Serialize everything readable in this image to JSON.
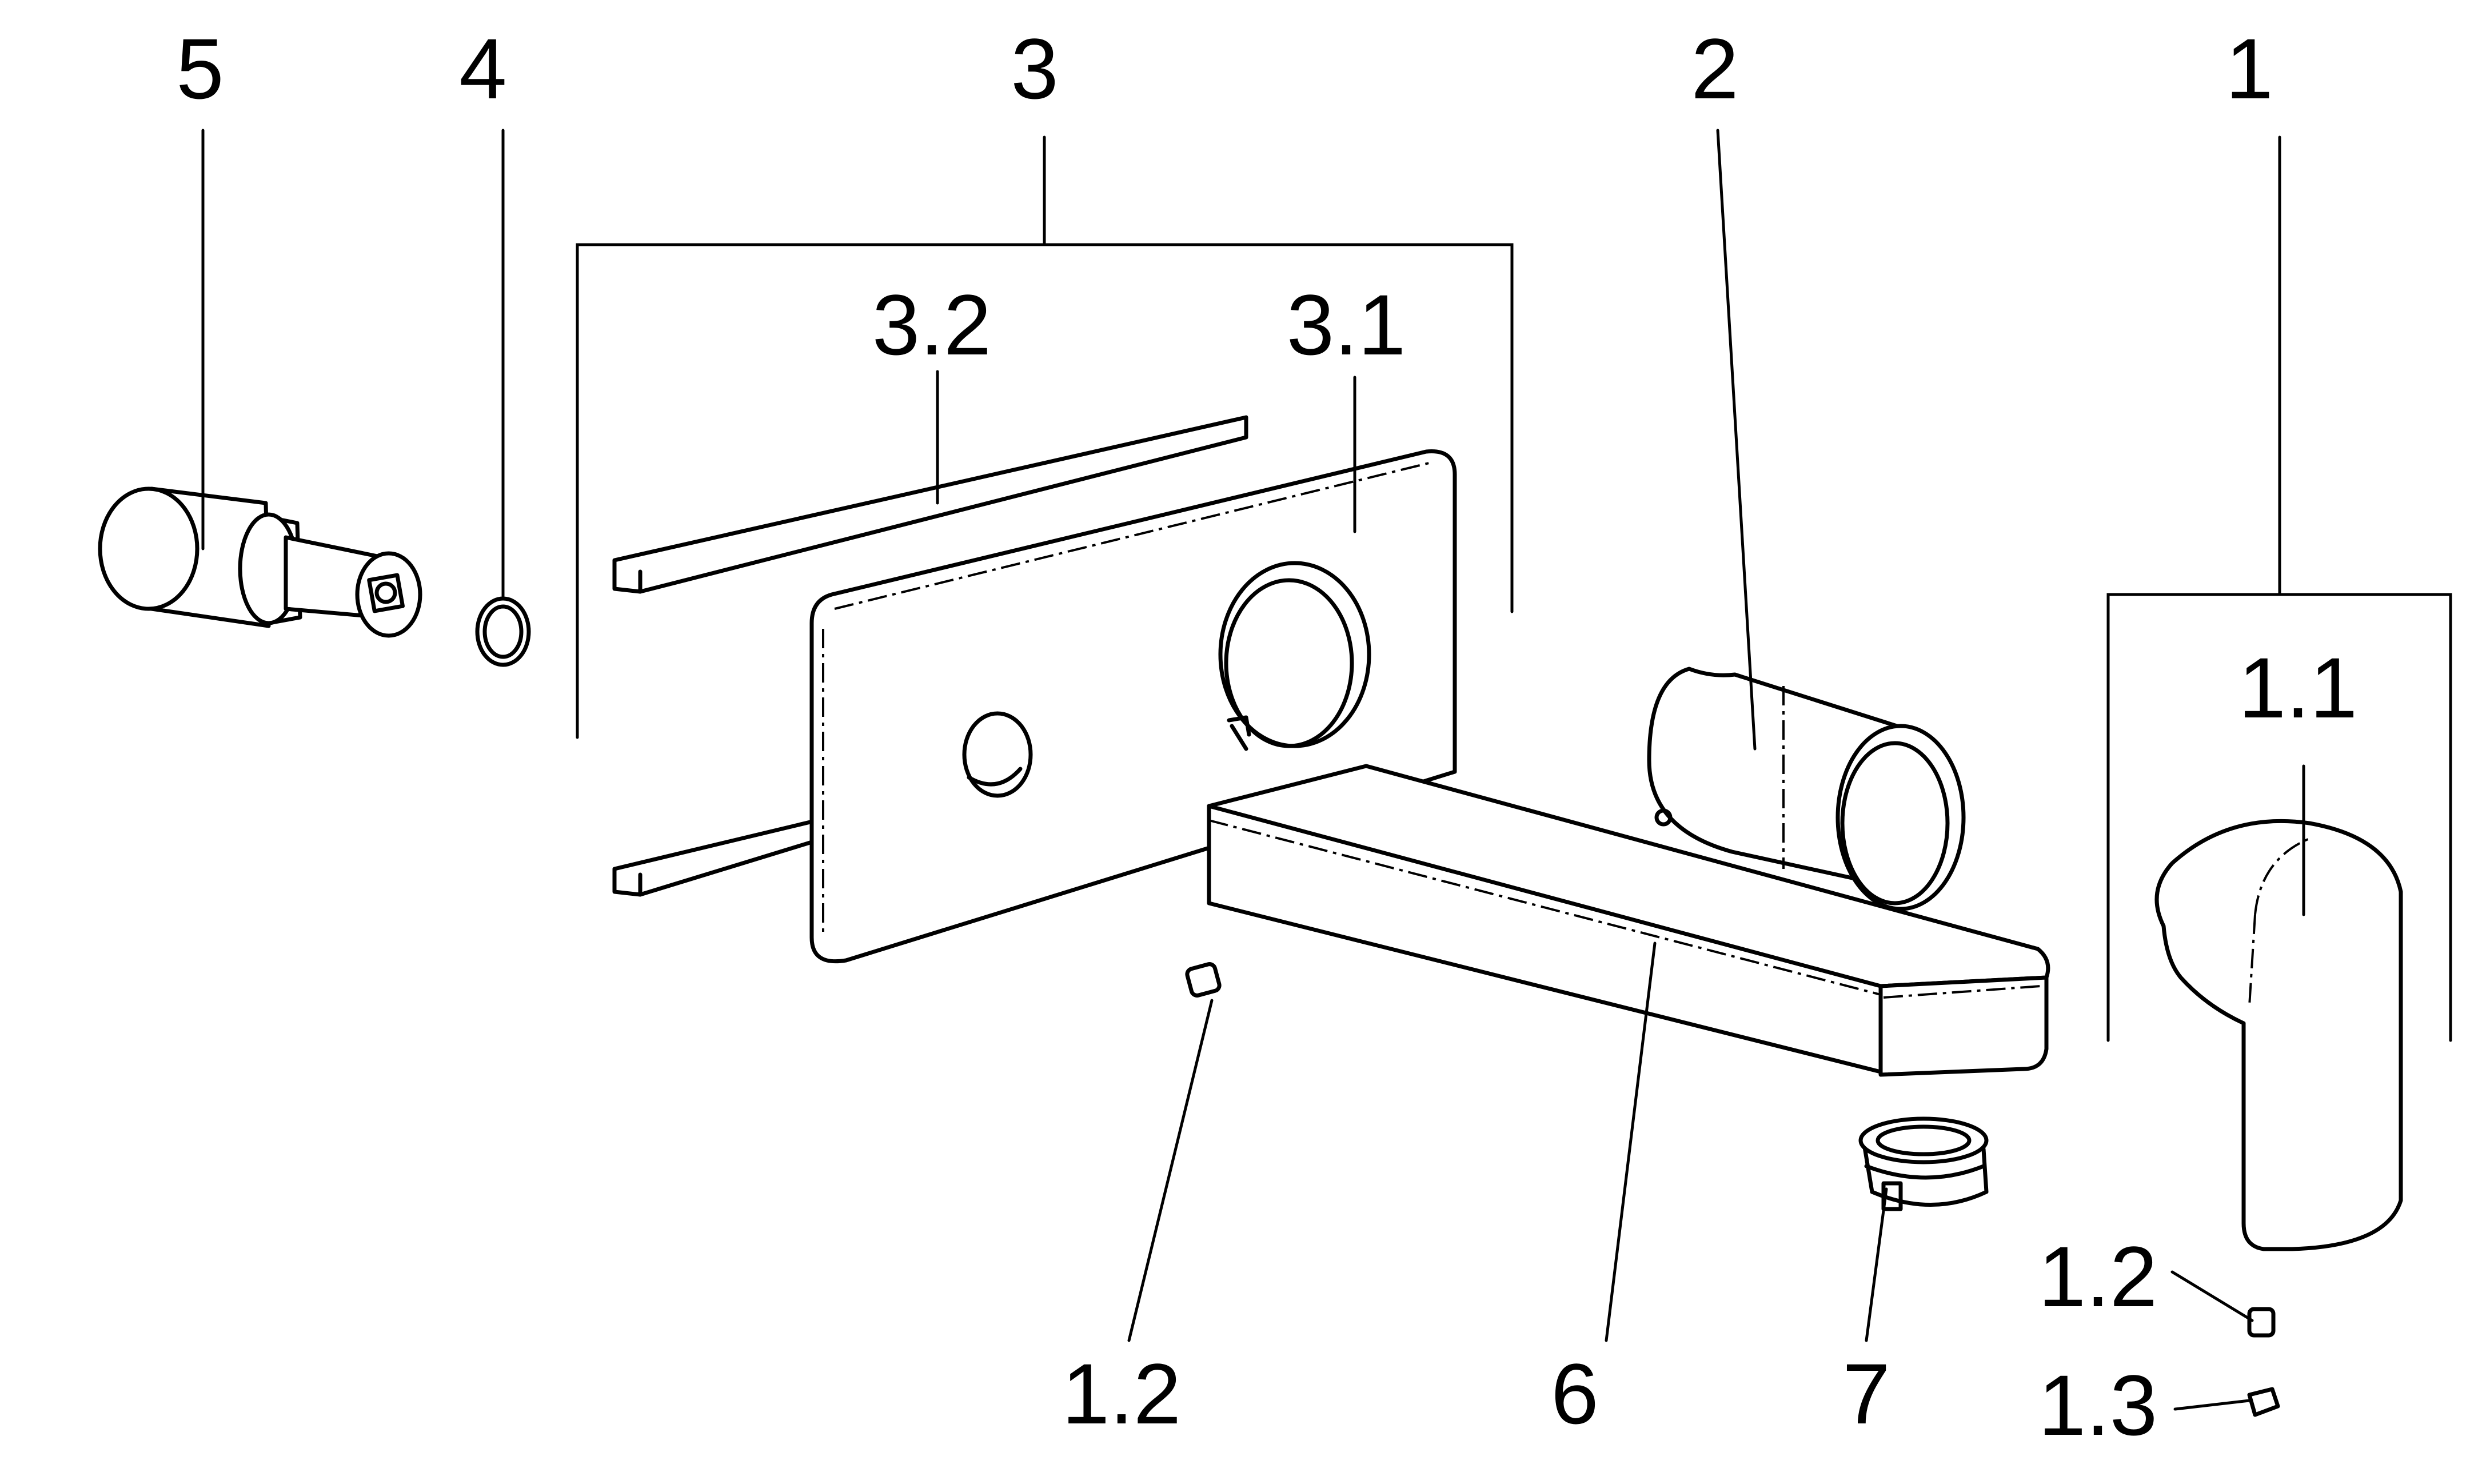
{
  "labels": {
    "part_1": "1",
    "part_1_1": "1.1",
    "part_1_2_handle": "1.2",
    "part_1_3": "1.3",
    "part_2": "2",
    "part_3": "3",
    "part_3_1": "3.1",
    "part_3_2": "3.2",
    "part_4": "4",
    "part_5": "5",
    "part_6": "6",
    "part_7": "7",
    "part_1_2_plate": "1.2"
  }
}
